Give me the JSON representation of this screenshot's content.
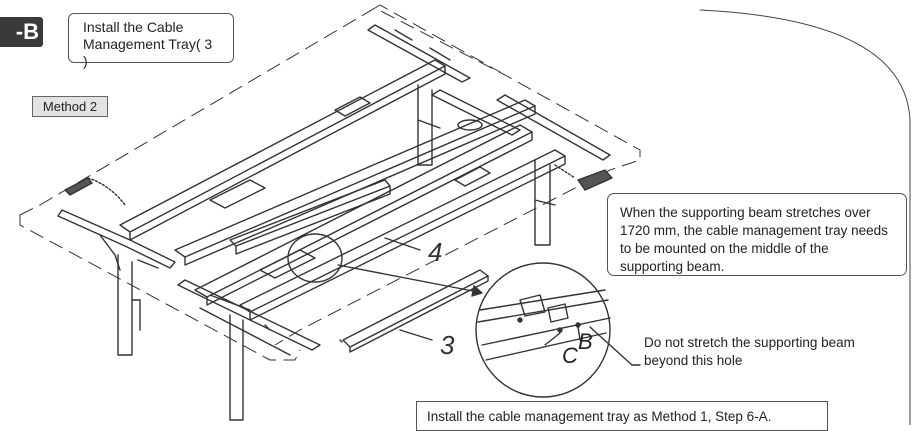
{
  "step_label": "-B",
  "title": "Install the Cable Management Tray( 3 )",
  "method_label": "Method 2",
  "note": "When the supporting beam stretches over 1720 mm, the cable management tray needs to be mounted on the middle of the supporting beam.",
  "callout_warning": "Do not stretch the supporting beam beyond this hole",
  "part_labels": {
    "tray": "3",
    "beam": "4"
  },
  "hole_labels": {
    "c": "C",
    "b": "B"
  },
  "bottom_note": "Install the cable management tray as Method 1, Step 6-A."
}
